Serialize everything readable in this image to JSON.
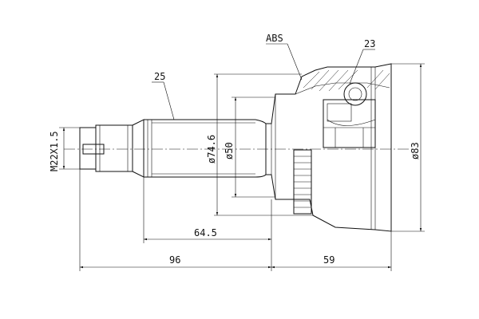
{
  "drawing": {
    "labels": {
      "thread": "M22X1.5",
      "abs": "ABS",
      "part_25": "25",
      "part_23": "23",
      "dia_74_6": "ø74.6",
      "dia_50": "ø50",
      "dia_83": "ø83",
      "len_64_5": "64.5",
      "len_96": "96",
      "len_59": "59"
    }
  }
}
